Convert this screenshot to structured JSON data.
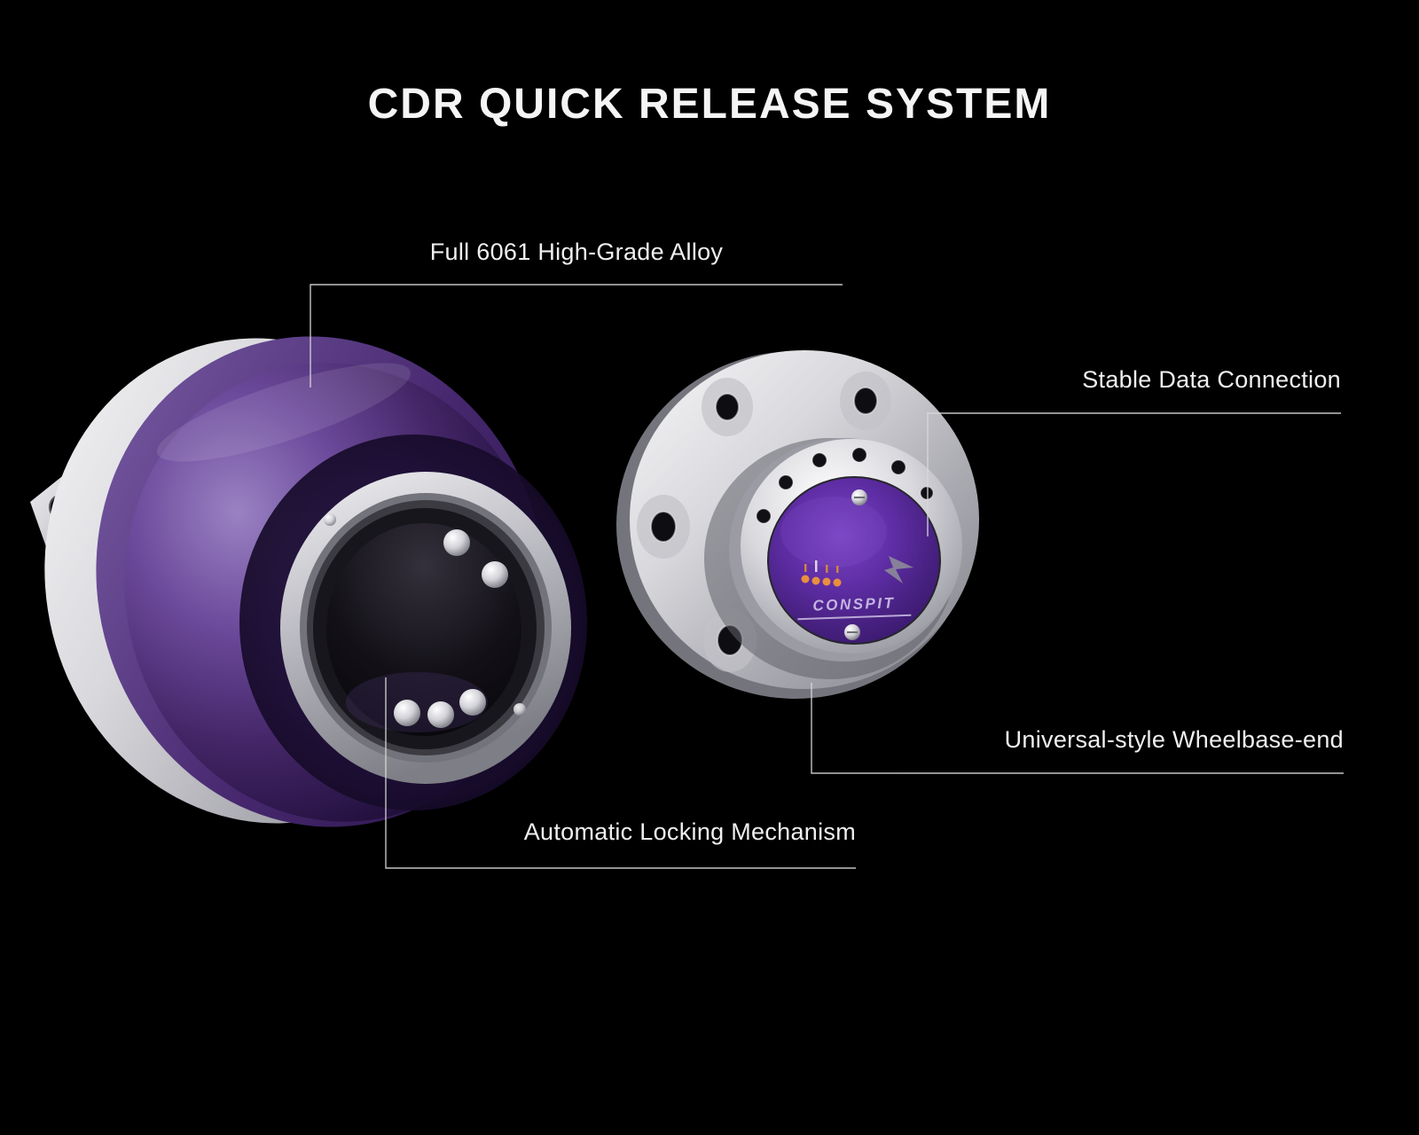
{
  "page": {
    "title": "CDR QUICK RELEASE SYSTEM"
  },
  "callouts": {
    "alloy": "Full 6061 High-Grade Alloy",
    "data_connection": "Stable Data Connection",
    "wheelbase": "Universal-style Wheelbase-end",
    "locking": "Automatic Locking Mechanism"
  },
  "product": {
    "brand": "CONSPIT"
  },
  "theme": {
    "background": "#000000",
    "text": "#f5f5f5",
    "line": "#d9d9d9",
    "purple_anodized": "#54317e",
    "purple_face": "#5d2ba0",
    "silver": "#d6d6da",
    "led_orange": "#e8903e"
  }
}
